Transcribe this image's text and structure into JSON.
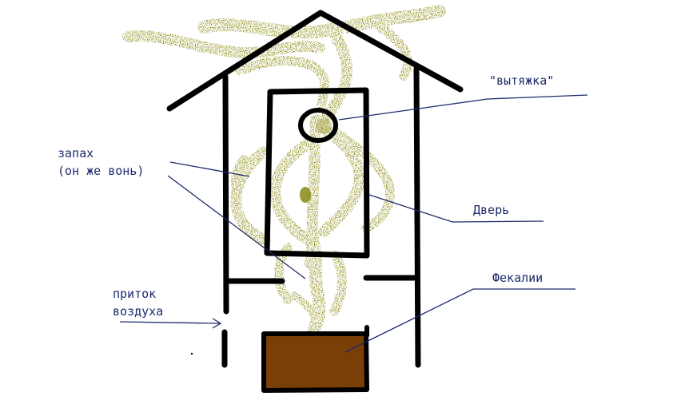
{
  "labels": {
    "exhaust": "\"вытяжка\"",
    "smell_line1": "запах",
    "smell_line2": "(он же вонь)",
    "door": "Дверь",
    "feces": "Фекалии",
    "air_line1": "приток",
    "air_line2": "воздуха"
  },
  "colors": {
    "outline": "#000000",
    "label_text": "#1c2a6a",
    "leader": "#1c2a6a",
    "smell": "#8a8a10",
    "feces": "#7a3f06"
  }
}
